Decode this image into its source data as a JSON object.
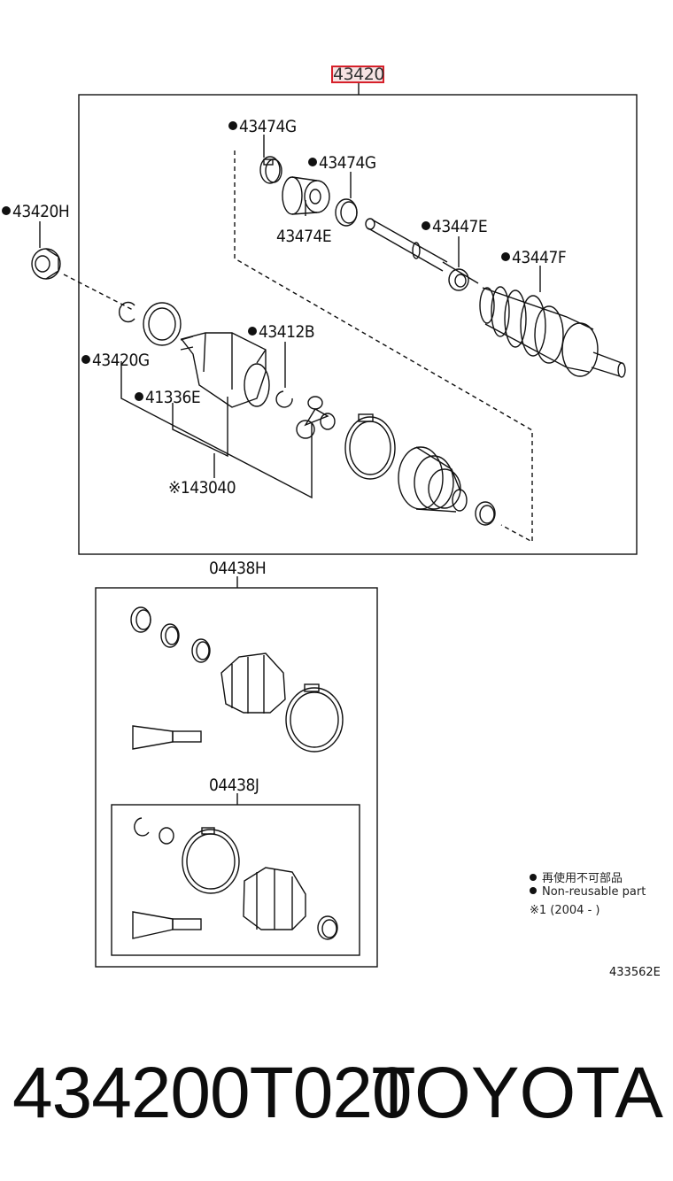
{
  "diagram": {
    "main_part_number": "43420",
    "labels": {
      "boot_clamp_small_1": "43474G",
      "boot_clamp_small_2": "43474G",
      "damper": "43474E",
      "hub_nut": "43420H",
      "snap_ring_outer": "43447E",
      "outboard_boot": "43447F",
      "snap_ring": "43420G",
      "snap_ring_small": "43412B",
      "seal": "41336E",
      "inboard_joint": "※143040"
    },
    "kit_a": {
      "part_number": "04438H"
    },
    "kit_b": {
      "part_number": "04438J"
    },
    "legend": {
      "line1": "再使用不可部品",
      "line2": "Non-reusable part",
      "line3": "※1 (2004 -         )"
    },
    "drawing_code": "433562E"
  },
  "footer": {
    "part_number": "434200T020",
    "brand": "TOYOTA"
  }
}
